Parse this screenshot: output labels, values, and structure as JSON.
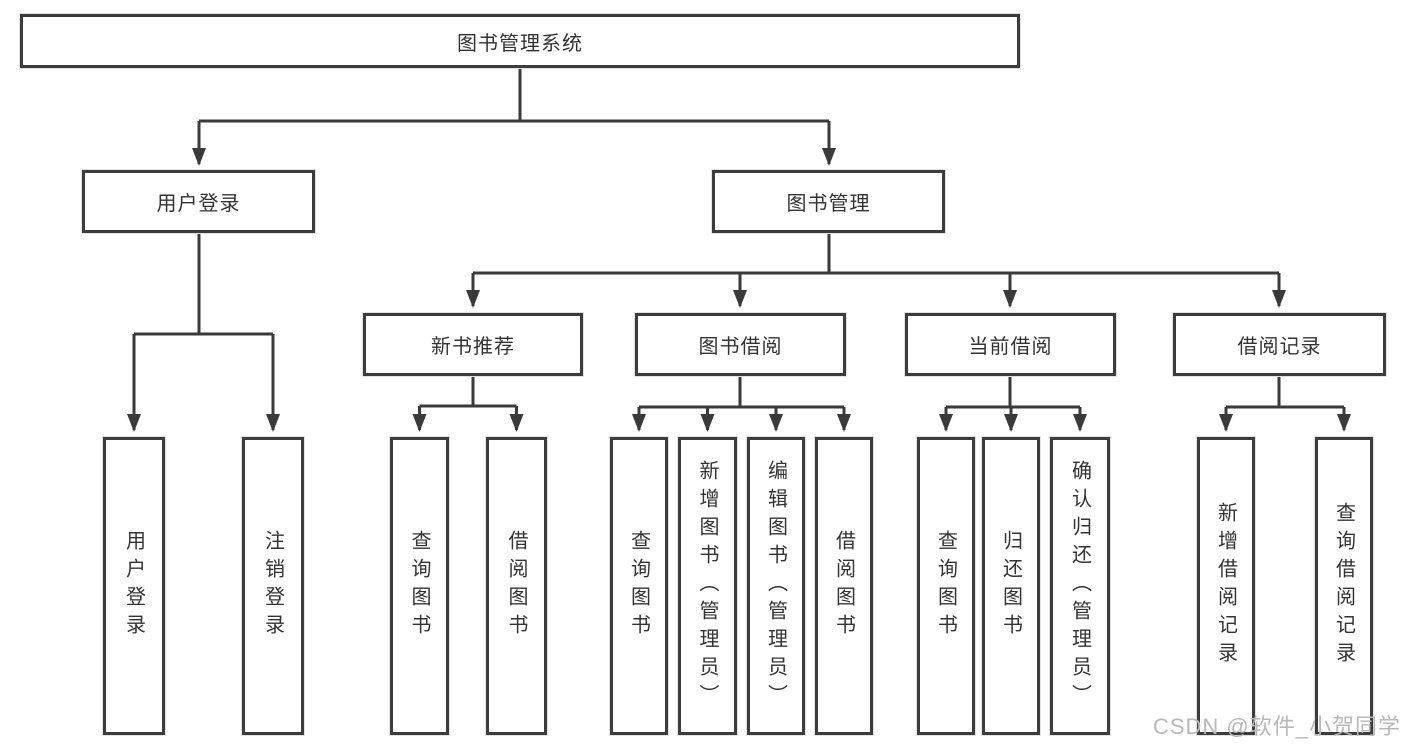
{
  "colors": {
    "line": "#3a3a3a",
    "box_border": "#3c3c3c",
    "text": "#333333",
    "watermark_text": "#b8b8b8"
  },
  "watermark": {
    "text": "CSDN @软件_小贺同学"
  },
  "tree": {
    "root": {
      "label": "图书管理系统",
      "children": [
        {
          "label": "用户登录",
          "children": [
            {
              "label": "用户登录"
            },
            {
              "label": "注销登录"
            }
          ]
        },
        {
          "label": "图书管理",
          "children": [
            {
              "label": "新书推荐",
              "children": [
                {
                  "label": "查询图书"
                },
                {
                  "label": "借阅图书"
                }
              ]
            },
            {
              "label": "图书借阅",
              "children": [
                {
                  "label": "查询图书"
                },
                {
                  "label": "新增图书（管理员）"
                },
                {
                  "label": "编辑图书（管理员）"
                },
                {
                  "label": "借阅图书"
                }
              ]
            },
            {
              "label": "当前借阅",
              "children": [
                {
                  "label": "查询图书"
                },
                {
                  "label": "归还图书"
                },
                {
                  "label": "确认归还（管理员）"
                }
              ]
            },
            {
              "label": "借阅记录",
              "children": [
                {
                  "label": "新增借阅记录"
                },
                {
                  "label": "查询借阅记录"
                }
              ]
            }
          ]
        }
      ]
    }
  }
}
